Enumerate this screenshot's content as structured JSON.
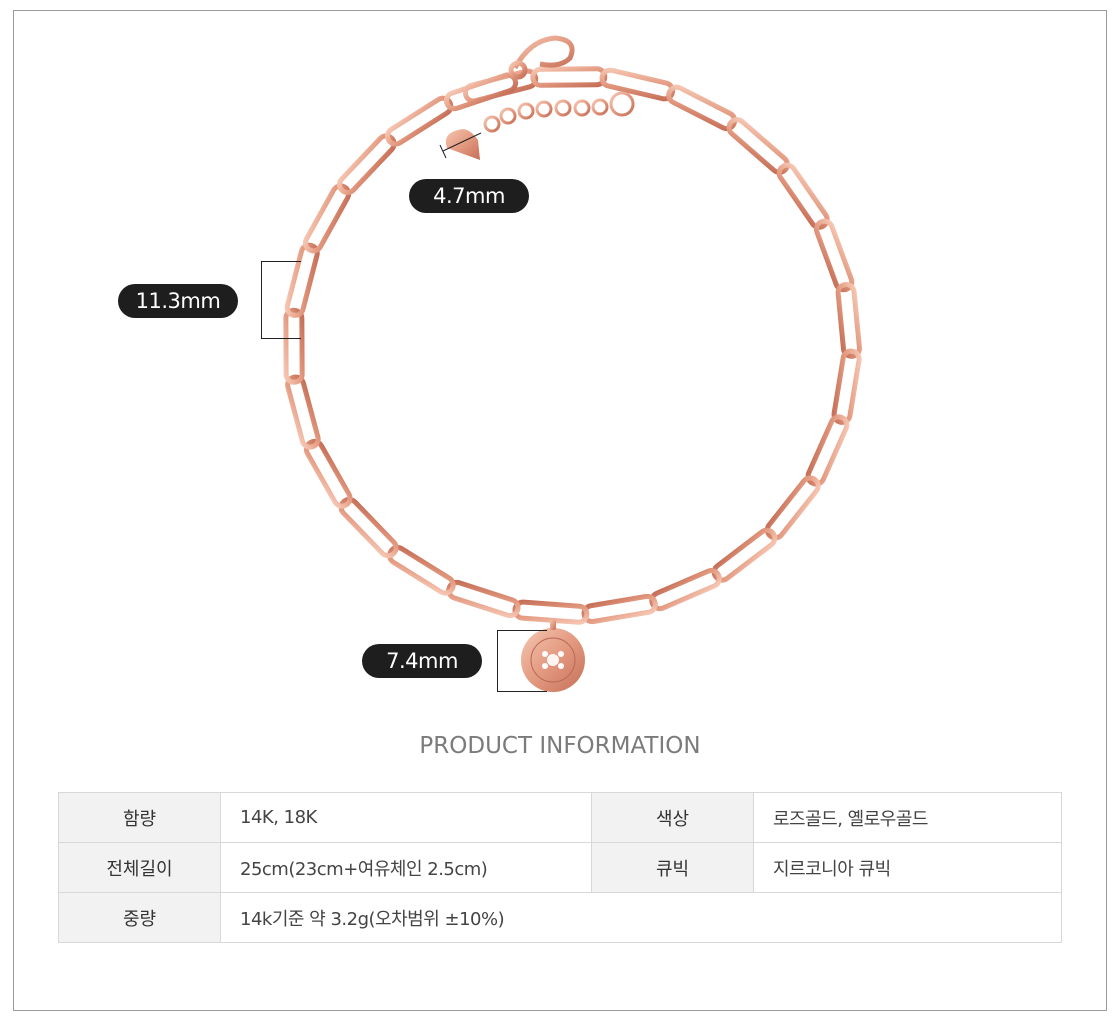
{
  "dimensions": {
    "heart": "4.7mm",
    "link": "11.3mm",
    "pendant": "7.4mm"
  },
  "section_title": "PRODUCT INFORMATION",
  "spec_table": {
    "row1": {
      "key_a": "함량",
      "val_a": "14K, 18K",
      "key_b": "색상",
      "val_b": "로즈골드, 옐로우골드"
    },
    "row2": {
      "key_a": "전체길이",
      "val_a": "25cm(23cm+여유체인 2.5cm)",
      "key_b": "큐빅",
      "val_b": "지르코니아 큐빅"
    },
    "row3": {
      "key_a": "중량",
      "val_a": "14k기준 약 3.2g(오차범위 ±10%)"
    }
  },
  "colors": {
    "metal": "#e8a690",
    "metal_dark": "#c9735c",
    "label_bg": "#1e1e1e"
  }
}
